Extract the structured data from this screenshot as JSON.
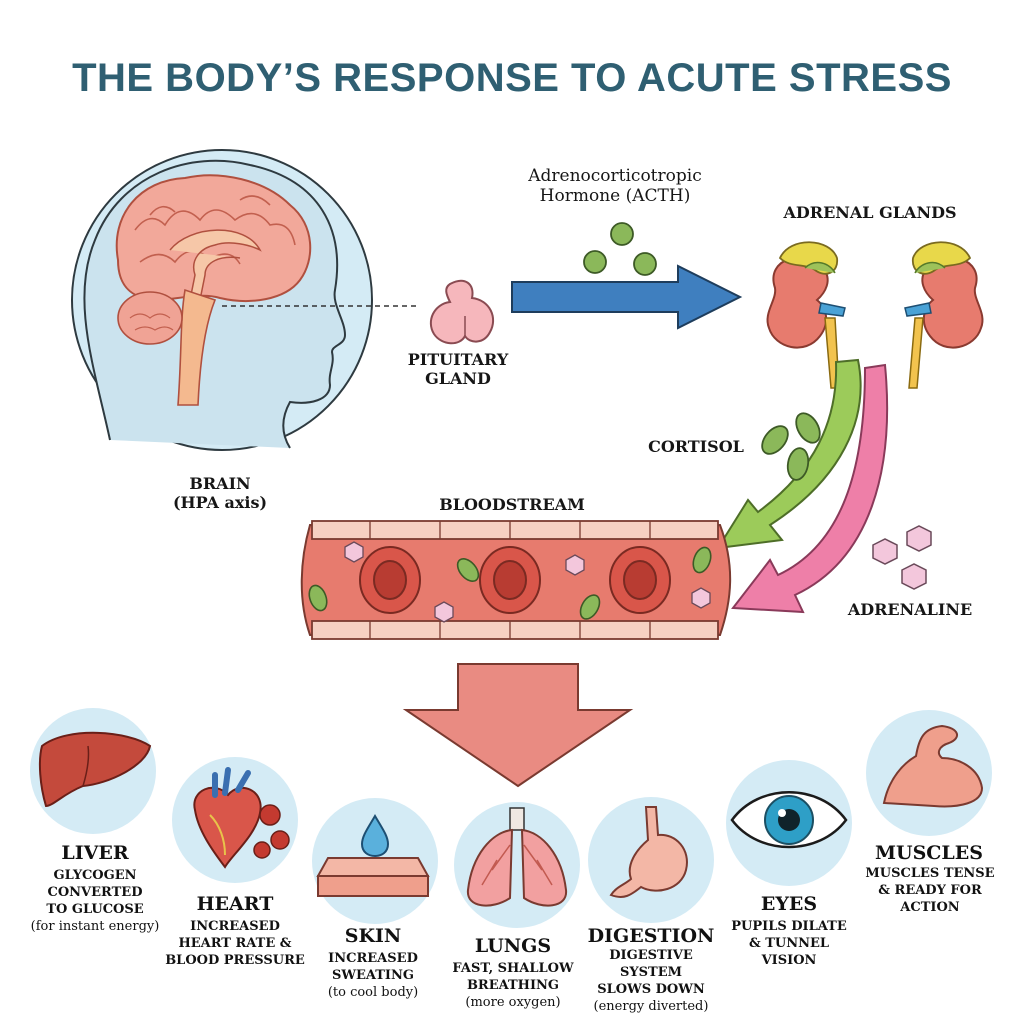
{
  "title": "THE BODY’S RESPONSE TO ACUTE STRESS",
  "brain": {
    "name": "BRAIN",
    "sub": "(HPA axis)"
  },
  "pituitary": {
    "line1": "PITUITARY",
    "line2": "GLAND"
  },
  "acth": {
    "line1": "Adrenocorticotropic",
    "line2": "Hormone (ACTH)"
  },
  "adrenal": {
    "label": "ADRENAL GLANDS"
  },
  "cortisol": {
    "label": "CORTISOL"
  },
  "adrenaline": {
    "label": "ADRENALINE"
  },
  "bloodstream": {
    "label": "BLOODSTREAM"
  },
  "organs": {
    "liver": {
      "name": "LIVER",
      "lines": [
        "GLYCOGEN",
        "CONVERTED",
        "TO GLUCOSE"
      ],
      "note": "(for instant energy)"
    },
    "heart": {
      "name": "HEART",
      "lines": [
        "INCREASED",
        "HEART RATE &",
        "BLOOD PRESSURE"
      ]
    },
    "skin": {
      "name": "SKIN",
      "lines": [
        "INCREASED",
        "SWEATING"
      ],
      "note": "(to cool body)"
    },
    "lungs": {
      "name": "LUNGS",
      "lines": [
        "FAST, SHALLOW",
        "BREATHING"
      ],
      "note": "(more oxygen)"
    },
    "digestion": {
      "name": "DIGESTION",
      "lines": [
        "DIGESTIVE",
        "SYSTEM",
        "SLOWS DOWN"
      ],
      "note": "(energy diverted)"
    },
    "eyes": {
      "name": "EYES",
      "lines": [
        "PUPILS DILATE",
        "& TUNNEL",
        "VISION"
      ]
    },
    "muscles": {
      "name": "MUSCLES",
      "lines": [
        "MUSCLES TENSE",
        "& READY FOR",
        "ACTION"
      ]
    }
  },
  "colors": {
    "title": "#2f5f72",
    "circle_bg": "#d4ebf5",
    "blue_arrow": "#3f7fbf",
    "cortisol_arrow": "#9ccb5a",
    "adrenaline_arrow": "#ee7fa8",
    "vessel": "#e77b6e",
    "big_arrow": "#e98b82"
  }
}
